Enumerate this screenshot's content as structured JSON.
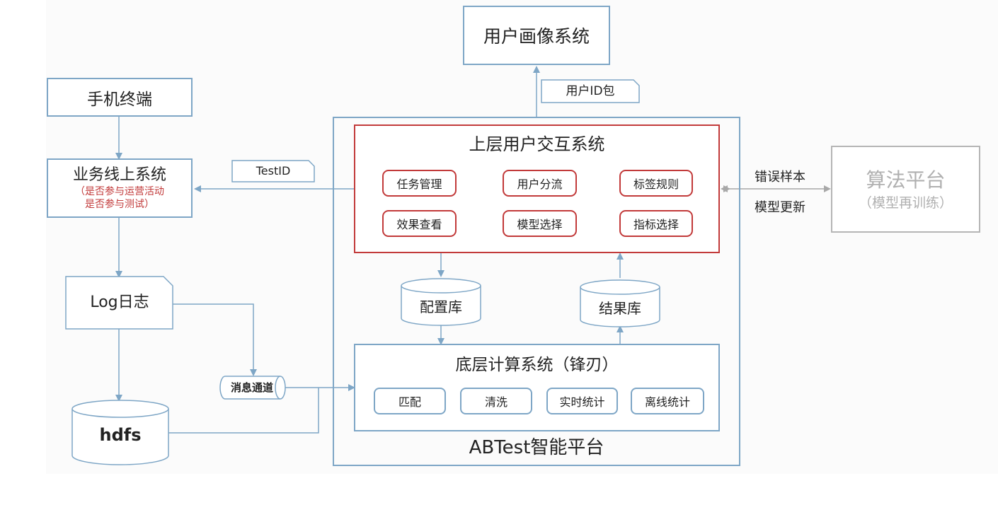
{
  "user_portrait": "用户画像系统",
  "user_id_pkg": "用户ID包",
  "mobile_terminal": "手机终端",
  "business": {
    "title": "业务线上系统",
    "sub1": "（是否参与运营活动",
    "sub2": "是否参与测试）"
  },
  "test_id": "TestID",
  "log": "Log日志",
  "hdfs": "hdfs",
  "msg_channel": "消息通道",
  "upper": {
    "title": "上层用户交互系统",
    "task_mgmt": "任务管理",
    "user_split": "用户分流",
    "tag_rule": "标签规则",
    "effect_view": "效果查看",
    "model_select": "模型选择",
    "metric_select": "指标选择"
  },
  "config_db": "配置库",
  "result_db": "结果库",
  "bottom": {
    "title": "底层计算系统（锋刃）",
    "match": "匹配",
    "clean": "清洗",
    "realtime": "实时统计",
    "offline": "离线统计"
  },
  "platform": "ABTest智能平台",
  "error_samples": "错误样本",
  "model_update": "模型更新",
  "algo": {
    "title": "算法平台",
    "sub": "（模型再训练）"
  },
  "colors": {
    "blue_border": "#7ea6c6",
    "red_border": "#c23a3a",
    "grey_border": "#b5b5b5",
    "grey_text": "#b0b0b0"
  }
}
